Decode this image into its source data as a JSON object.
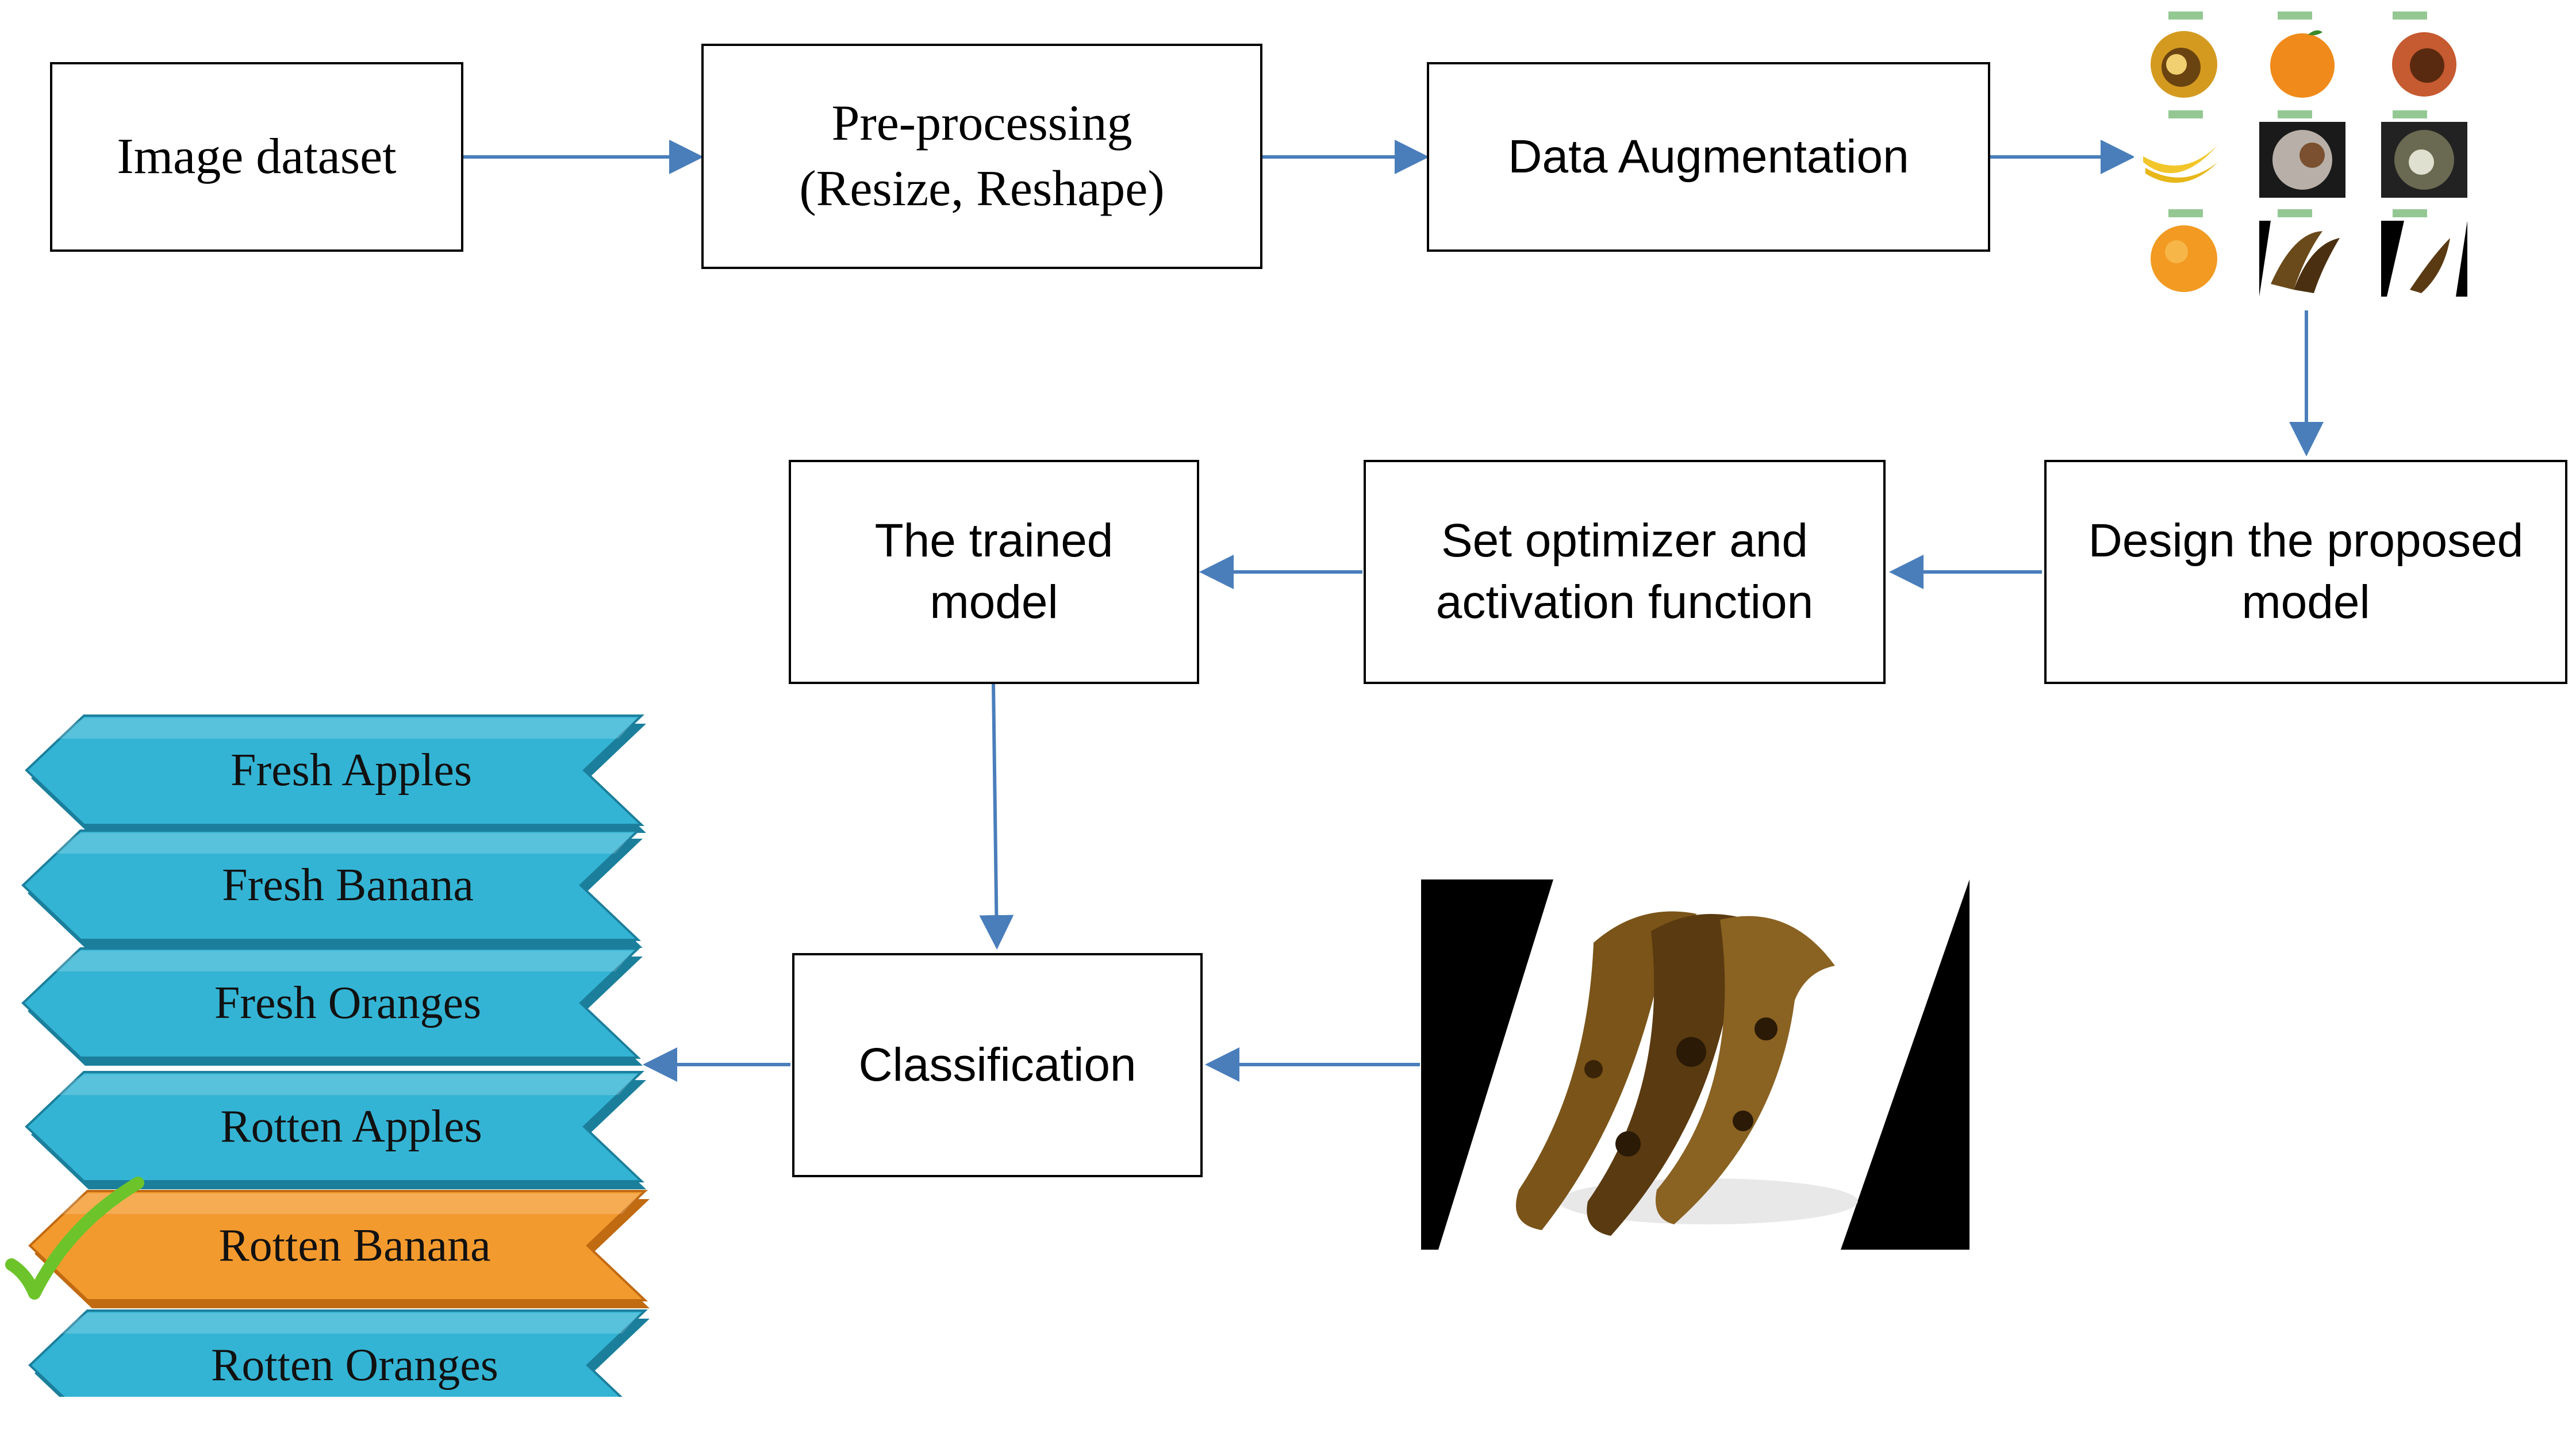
{
  "boxes": {
    "image_dataset": "Image dataset",
    "preprocessing": "Pre-processing\n(Resize, Reshape)",
    "data_augmentation": "Data Augmentation",
    "design_model": "Design the proposed\nmodel",
    "set_optimizer": "Set optimizer and\nactivation function",
    "trained_model": "The trained\nmodel",
    "classification": "Classification"
  },
  "classes": [
    {
      "label": "Fresh Apples",
      "selected": false
    },
    {
      "label": "Fresh Banana",
      "selected": false
    },
    {
      "label": "Fresh Oranges",
      "selected": false
    },
    {
      "label": "Rotten Apples",
      "selected": false
    },
    {
      "label": "Rotten Banana",
      "selected": true
    },
    {
      "label": "Rotten Oranges",
      "selected": false
    }
  ],
  "colors": {
    "arrow": "#4a7ebb",
    "label_fill": "#34b4d4",
    "label_dark": "#1b7f9c",
    "selected_fill": "#f39a2e",
    "selected_dark": "#c06a12",
    "check": "#6cc42a"
  },
  "icons": {
    "check": "check-mark-icon"
  }
}
